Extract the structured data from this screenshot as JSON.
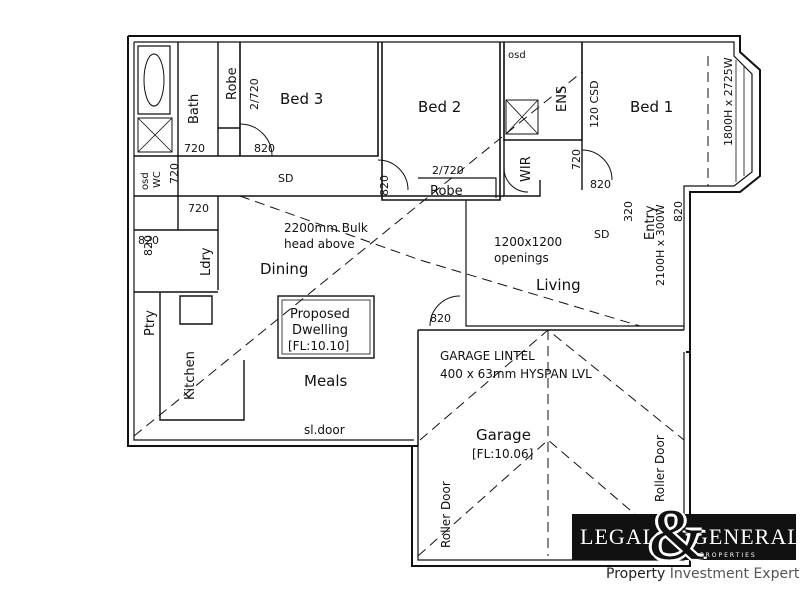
{
  "rooms": {
    "bed1": "Bed 1",
    "bed2": "Bed 2",
    "bed3": "Bed 3",
    "bath": "Bath",
    "robe_top": "Robe",
    "robe_mid": "Robe",
    "ens": "ENS",
    "wir": "WIR",
    "ldry": "Ldry",
    "ptry": "Ptry",
    "kitchen": "Kitchen",
    "dining": "Dining",
    "meals": "Meals",
    "living": "Living",
    "garage": "Garage",
    "entry": "Entry"
  },
  "dims": {
    "d_2_720_a": "2/720",
    "d_2_720_b": "2/720",
    "d_720_a": "720",
    "d_720_b": "720",
    "d_720_c": "720",
    "d_720_d": "720",
    "d_820_a": "820",
    "d_820_b": "820",
    "d_820_c": "820",
    "d_820_d": "820",
    "d_820_e": "820",
    "d_820_f": "820",
    "d_820_g": "820",
    "d_320": "320",
    "d_120_csd": "120 CSD",
    "d_bay": "1800H x 2725W",
    "d_entry": "2100H x 300W",
    "d_osd": "osd",
    "d_osd2": "osd",
    "d_wc": "WC",
    "d_sd1": "SD",
    "d_sd2": "SD"
  },
  "notes": {
    "bulk_1": "2200mm Bulk",
    "bulk_2": "head above",
    "openings_1": "1200x1200",
    "openings_2": "openings",
    "proposed_1": "Proposed",
    "proposed_2": "Dwelling",
    "proposed_fl": "[FL:10.10]",
    "garage_fl": "[FL:10.06]",
    "lintel_1": "GARAGE LINTEL",
    "lintel_2": "400 x 63mm HYSPAN LVL",
    "sldoor": "sl.door",
    "roller_1": "Roller Door",
    "roller_2": "Roller Door"
  },
  "logo": {
    "legal": "LEGAL",
    "general": "GENERAL",
    "ampersand": "&",
    "properties": "PROPERTIES",
    "tag_1": "Property",
    "tag_2": "Investment Experts"
  }
}
